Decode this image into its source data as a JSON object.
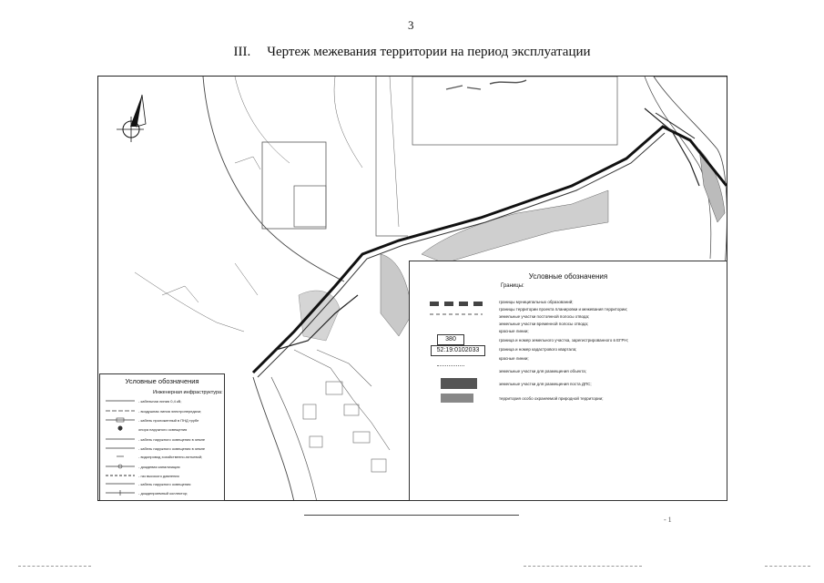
{
  "page_number": "3",
  "title": {
    "roman": "III.",
    "text": "Чертеж межевания территории на период эксплуатации"
  },
  "legend_right": {
    "title": "Условные обозначения",
    "subtitle": "Границы:",
    "items": [
      "границы муниципальных образований;",
      "границы территории проекта планировки и межевания территории;",
      "земельные участки постоянной полосы отвода;",
      "земельные участки временной полосы отвода;",
      "красные линии;",
      "граница и номер земельного участка, зарегистрированного в ЕГРН;",
      "граница и номер кадастрового квартала;",
      "красные линии;",
      "земельные участки для размещения объекта;",
      "земельные участки для размещения поста ДПС;",
      "территория особо охраняемой природной территории;"
    ],
    "lot_number": "380",
    "cadastral_number": "52:19:0102033"
  },
  "legend_left": {
    "title": "Условные обозначения",
    "subtitle": "Инженерная инфраструктура:",
    "items": [
      "- кабельная линия 0,4 кВ;",
      "- воздушная линия электропередачи;",
      "- кабель проложенный в ПНД трубе",
      "опора наружного освещения",
      "- кабель наружного освещения в земле",
      "- кабель наружного освещения в земле",
      "- водопровод хозяйственно-питьевой;",
      "- дождевая канализация",
      "- газ высокого давления",
      "- кабель наружного освещения",
      "- дождеприемный коллектор;"
    ]
  },
  "footer_mark": "- 1"
}
